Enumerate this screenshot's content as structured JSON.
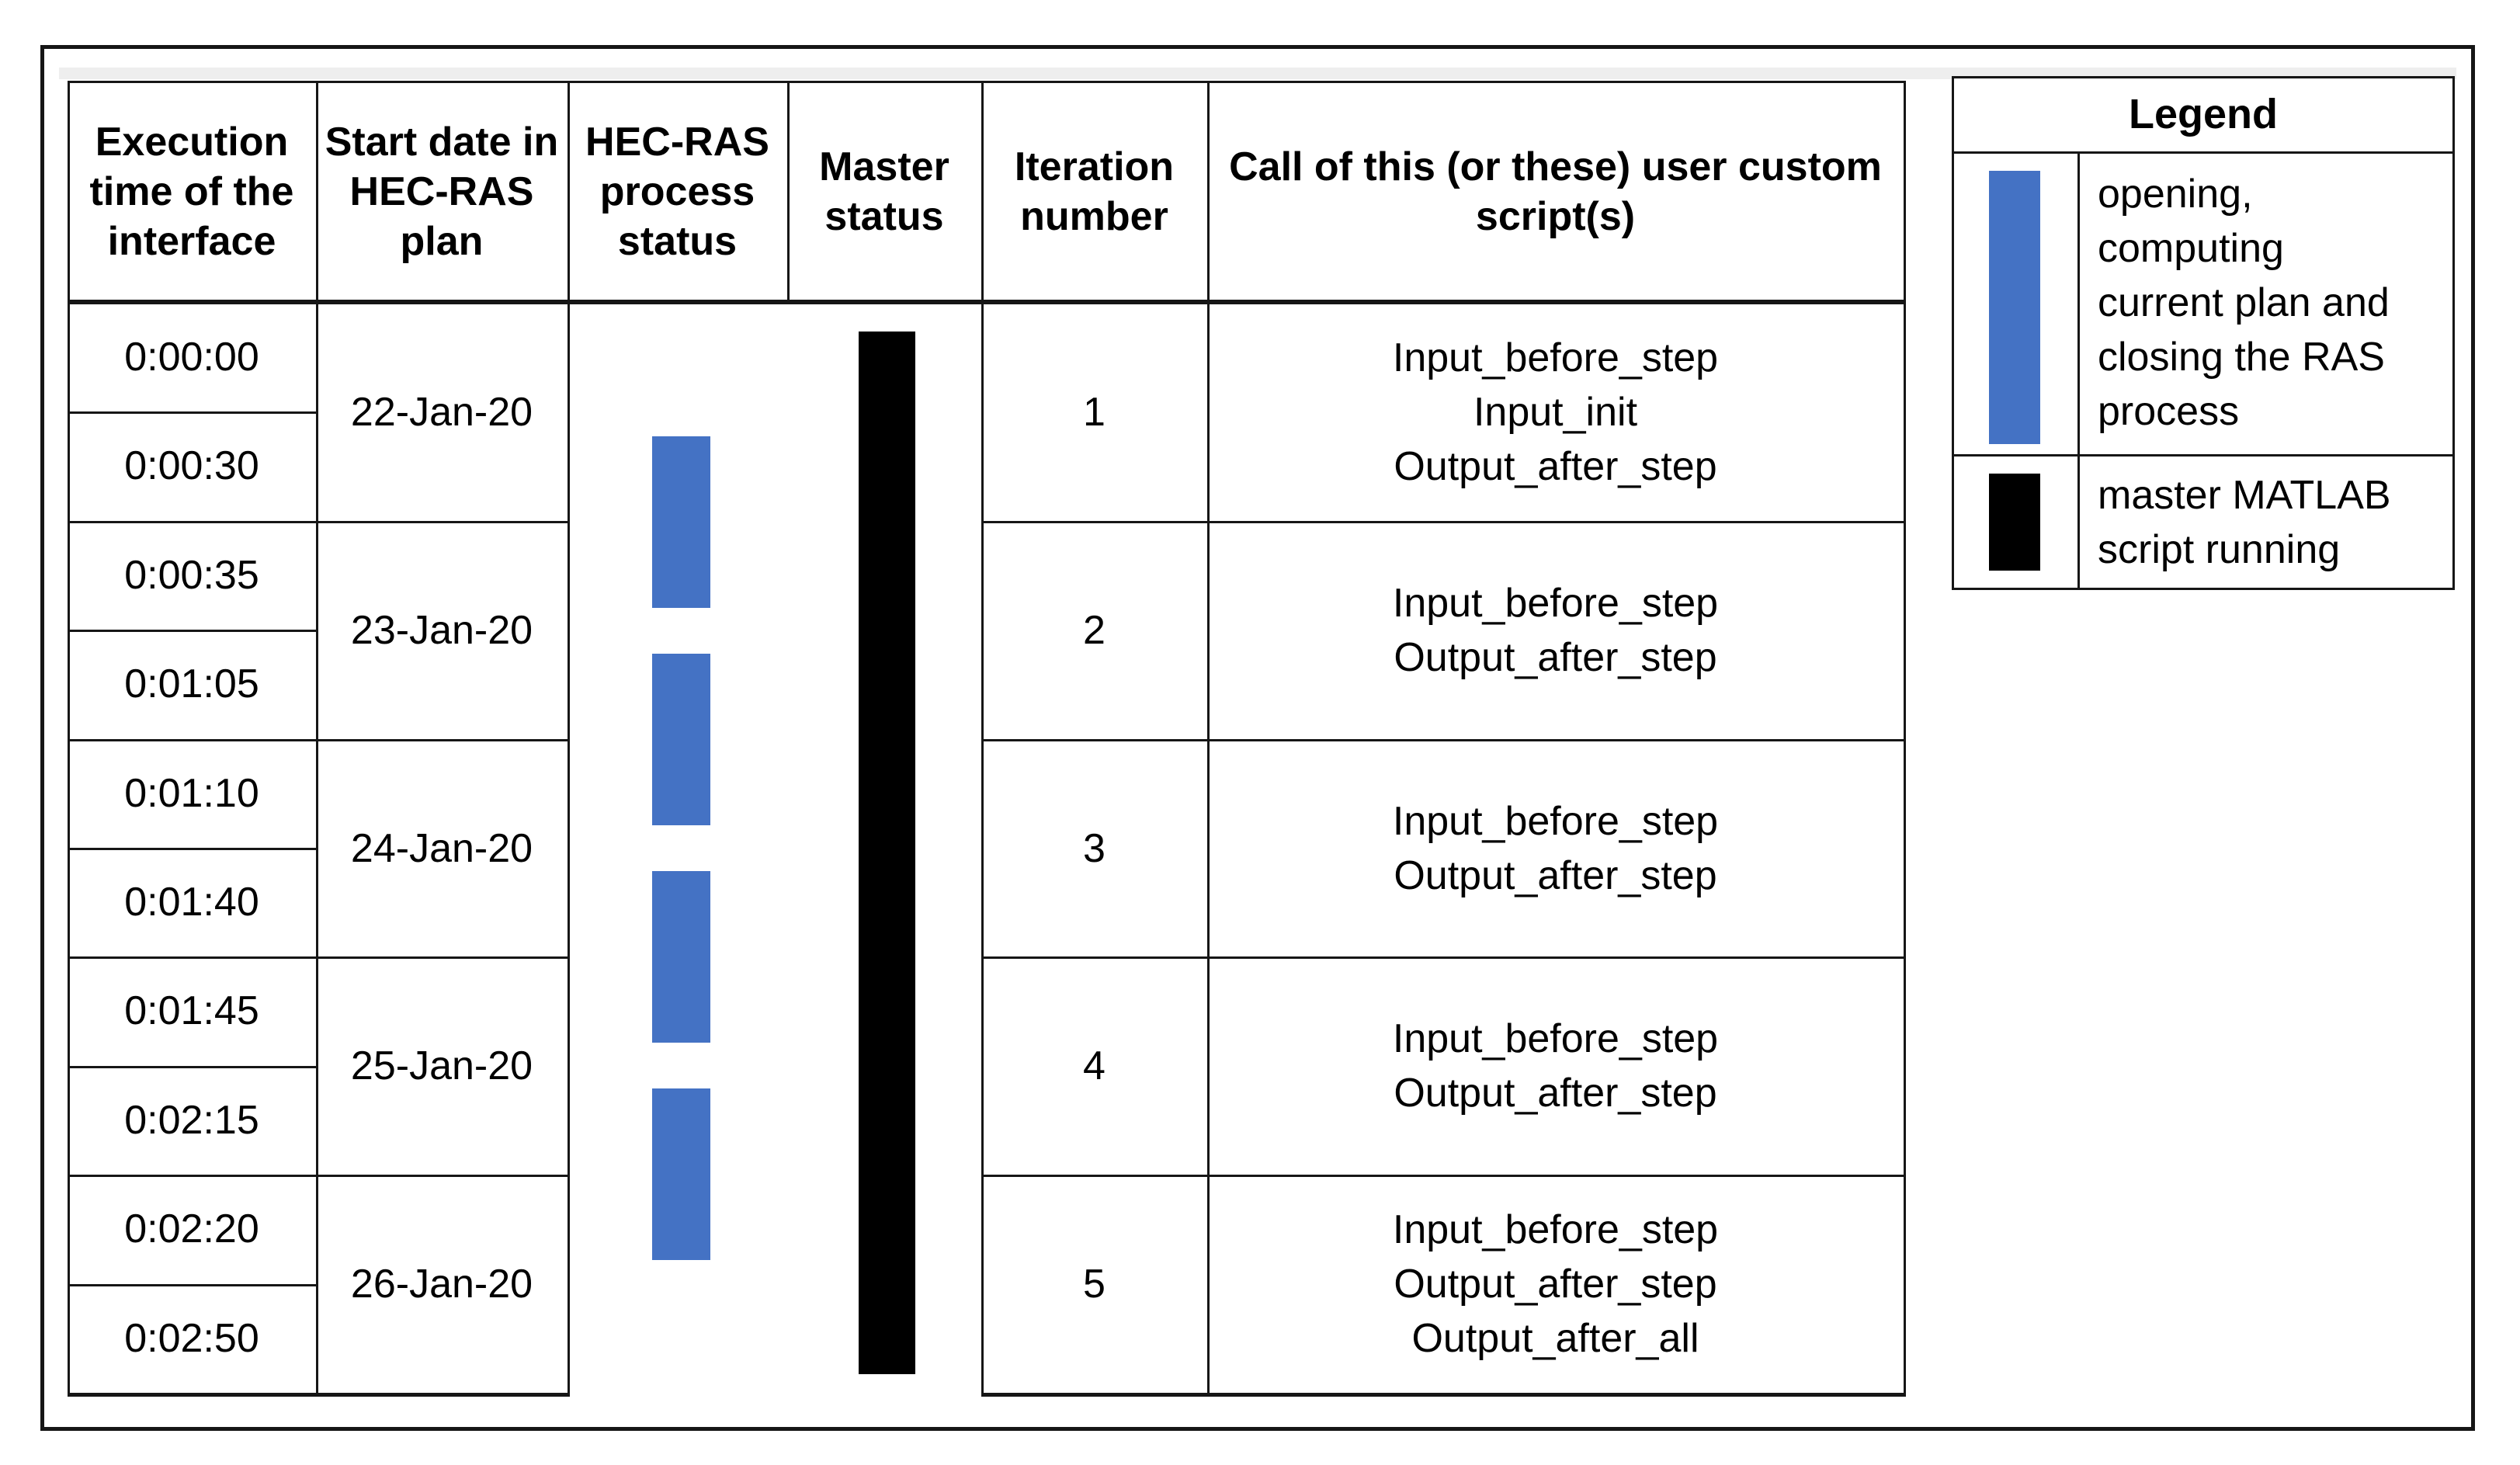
{
  "table": {
    "headers": [
      {
        "label": "Execution time of the interface",
        "lines": [
          "Execution",
          "time of the",
          "interface"
        ]
      },
      {
        "label": "Start date in HEC-RAS plan",
        "lines": [
          "Start date in",
          "HEC-RAS",
          "plan"
        ]
      },
      {
        "label": "HEC-RAS process status",
        "lines": [
          "HEC-RAS",
          "process",
          "status"
        ]
      },
      {
        "label": "Master status",
        "lines": [
          "Master",
          "status"
        ]
      },
      {
        "label": "Iteration number",
        "lines": [
          "Iteration",
          "number"
        ]
      },
      {
        "label": "Call of this (or these) user custom script(s)",
        "lines": [
          "Call of this (or these) user custom",
          "script(s)"
        ]
      }
    ],
    "times": [
      "0:00:00",
      "0:00:30",
      "0:00:35",
      "0:01:05",
      "0:01:10",
      "0:01:40",
      "0:01:45",
      "0:02:15",
      "0:02:20",
      "0:02:50"
    ],
    "dates": [
      "22-Jan-20",
      "23-Jan-20",
      "24-Jan-20",
      "25-Jan-20",
      "26-Jan-20"
    ],
    "iterations": [
      "1",
      "2",
      "3",
      "4",
      "5"
    ],
    "scripts": [
      {
        "lines": [
          "Input_before_step",
          "Input_init",
          "Output_after_step"
        ]
      },
      {
        "lines": [
          "Input_before_step",
          "Output_after_step"
        ]
      },
      {
        "lines": [
          "Input_before_step",
          "Output_after_step"
        ]
      },
      {
        "lines": [
          "Input_before_step",
          "Output_after_step"
        ]
      },
      {
        "lines": [
          "Input_before_step",
          "Output_after_step",
          "Output_after_all"
        ]
      }
    ]
  },
  "legend": {
    "title": "Legend",
    "items": [
      {
        "label": "opening, computing current plan and closing the RAS process",
        "lines": [
          "opening,",
          "computing",
          "current plan and",
          "closing the RAS",
          "process"
        ],
        "color": "#4472C4"
      },
      {
        "label": "master MATLAB script running",
        "lines": [
          "master MATLAB",
          "script running"
        ],
        "color": "#000000"
      }
    ]
  },
  "colors": {
    "process_bar": "#4472C4",
    "master_bar": "#000000",
    "grid": "#161616"
  }
}
